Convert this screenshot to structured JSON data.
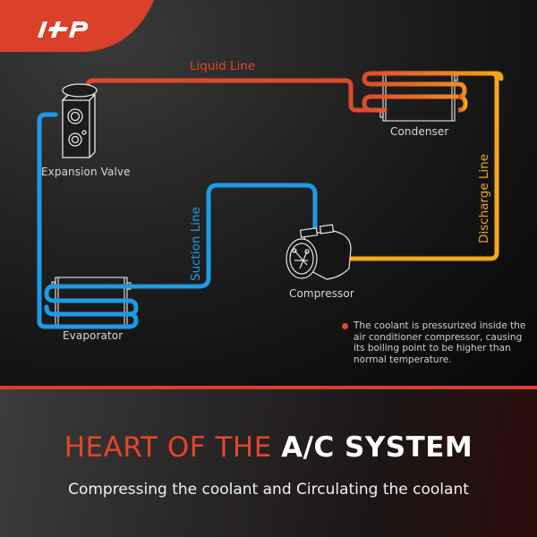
{
  "brand": {
    "logo_text": "A-P",
    "logo_color": "#d9412a"
  },
  "diagram": {
    "components": {
      "expansion_valve": "Expansion Valve",
      "condenser": "Condenser",
      "compressor": "Compressor",
      "evaporator": "Evaporator"
    },
    "lines": {
      "liquid": {
        "label": "Liquid Line",
        "color": "#e04a2c"
      },
      "discharge": {
        "label": "Discharge Line",
        "color": "#f5a71a"
      },
      "suction": {
        "label": "Suction Line",
        "color": "#1e9be6"
      }
    },
    "note": "The coolant is pressurized inside the air conditioner compressor, causing its boiling point to be higher than normal temperature.",
    "note_bullet_color": "#e04a2c"
  },
  "footer": {
    "headline_accent": "HEART OF THE",
    "headline_main": "A/C SYSTEM",
    "headline_accent_color": "#e5452b",
    "headline_main_color": "#ffffff",
    "subheadline": "Compressing the coolant and Circulating the coolant"
  }
}
